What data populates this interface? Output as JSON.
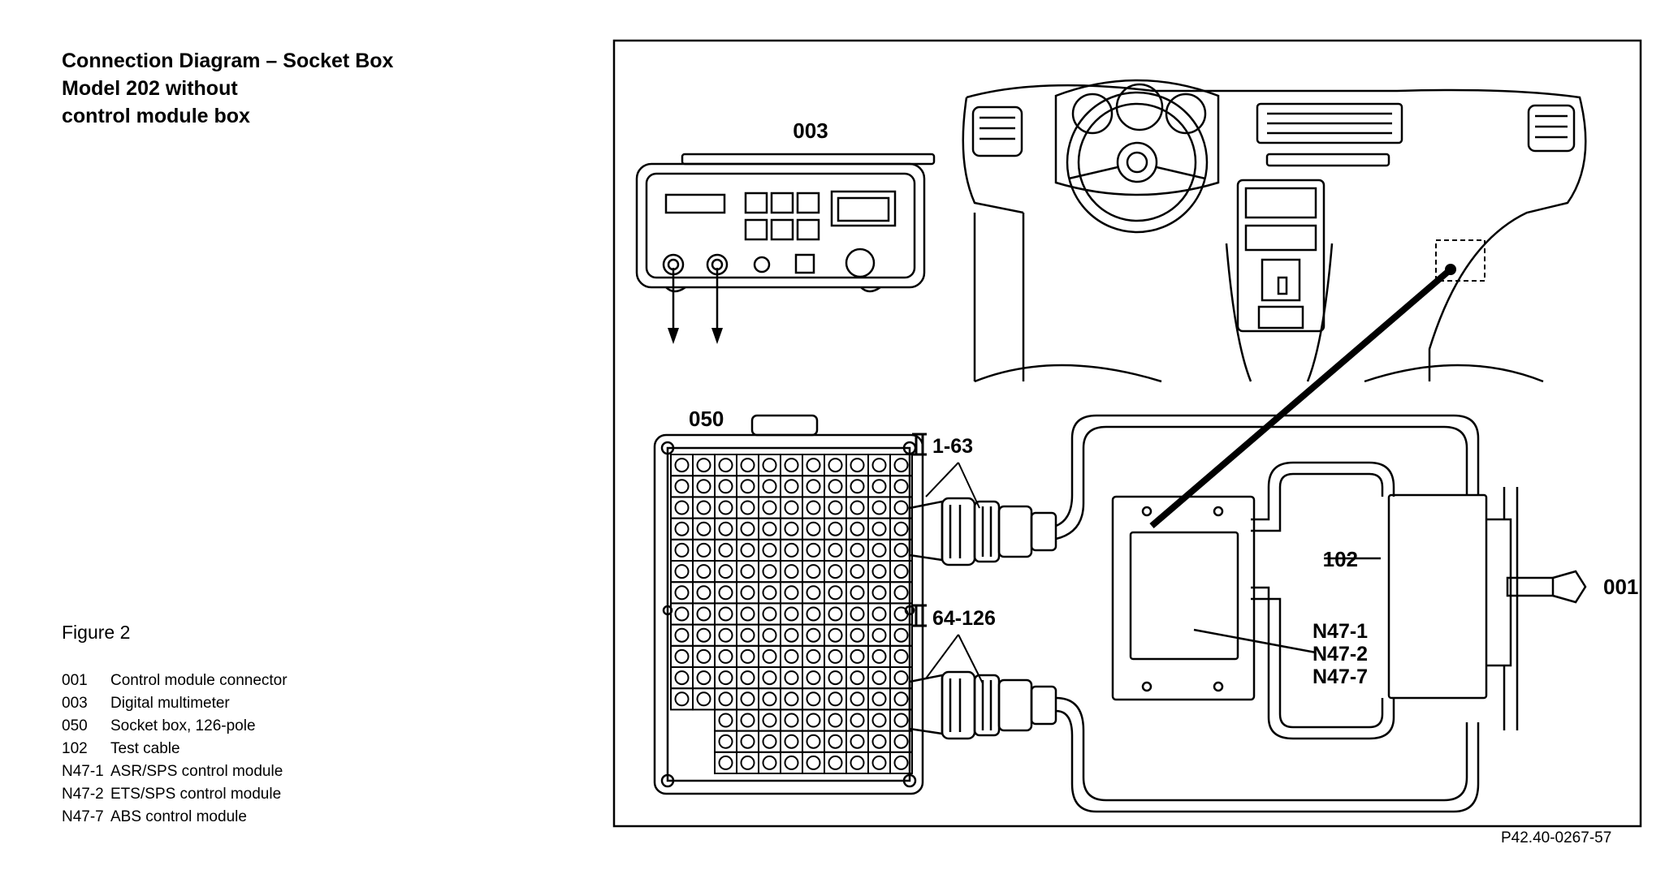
{
  "title": {
    "line1": "Connection Diagram – Socket Box",
    "line2": "Model 202 without",
    "line3": "control module box"
  },
  "figure_label": "Figure 2",
  "legend": [
    {
      "code": "001",
      "text": "Control module connector"
    },
    {
      "code": "003",
      "text": "Digital multimeter"
    },
    {
      "code": "050",
      "text": "Socket box, 126-pole"
    },
    {
      "code": "102",
      "text": "Test cable"
    },
    {
      "code": "N47-1",
      "text": "ASR/SPS control module"
    },
    {
      "code": "N47-2",
      "text": "ETS/SPS control module"
    },
    {
      "code": "N47-7",
      "text": "ABS control module"
    }
  ],
  "diagram": {
    "label_003": "003",
    "label_050": "050",
    "label_102": "102",
    "label_001": "001",
    "label_conn_upper": "1-63",
    "label_conn_lower": "64-126",
    "label_n47_1": "N47-1",
    "label_n47_2": "N47-2",
    "label_n47_7": "N47-7"
  },
  "reference": "P42.40-0267-57"
}
